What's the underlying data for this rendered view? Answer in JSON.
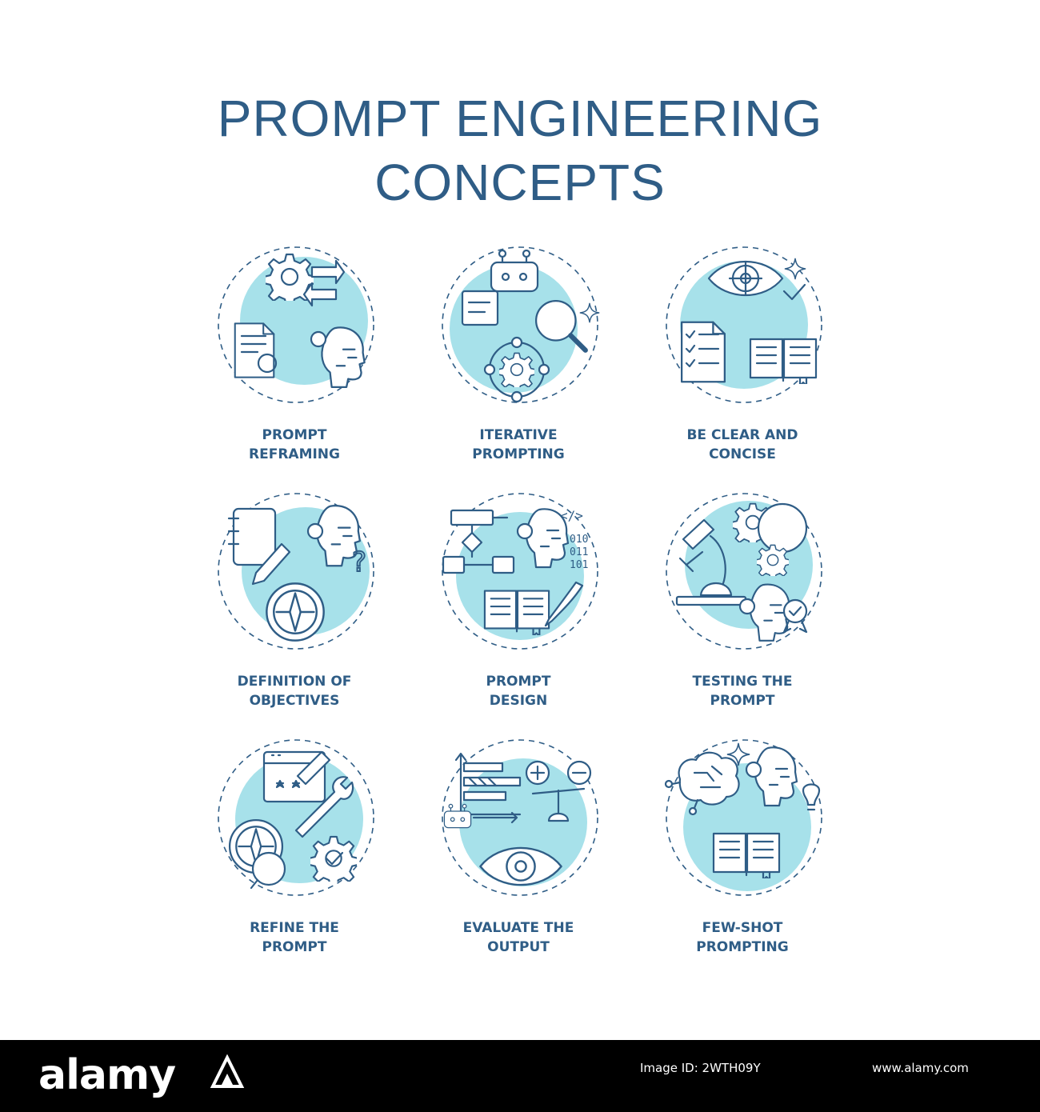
{
  "title": {
    "line1": "PROMPT ENGINEERING",
    "line2": "CONCEPTS"
  },
  "colors": {
    "ink": "#2f5d86",
    "accent": "#a7e1ea",
    "background": "#ffffff",
    "footer": "#000000"
  },
  "concepts": [
    {
      "icon": "gears-arrows-document-head-icon",
      "line1": "PROMPT",
      "line2": "REFRAMING"
    },
    {
      "icon": "robot-magnifier-cycle-icon",
      "line1": "ITERATIVE",
      "line2": "PROMPTING"
    },
    {
      "icon": "eye-checklist-book-icon",
      "line1": "BE CLEAR AND",
      "line2": "CONCISE"
    },
    {
      "icon": "notebook-head-compass-icon",
      "line1": "DEFINITION OF",
      "line2": "OBJECTIVES"
    },
    {
      "icon": "flowchart-head-binary-book-icon",
      "line1": "PROMPT",
      "line2": "DESIGN"
    },
    {
      "icon": "microscope-gears-head-badge-icon",
      "line1": "TESTING THE",
      "line2": "PROMPT"
    },
    {
      "icon": "browser-wrench-compass-gear-icon",
      "line1": "REFINE THE",
      "line2": "PROMPT"
    },
    {
      "icon": "gantt-scales-eye-robot-icon",
      "line1": "EVALUATE THE",
      "line2": "OUTPUT"
    },
    {
      "icon": "brain-head-bulb-book-icon",
      "line1": "FEW-SHOT",
      "line2": "PROMPTING"
    }
  ],
  "footer": {
    "brand": "alamy",
    "image_id": "Image ID: 2WTH09Y",
    "url": "www.alamy.com"
  }
}
